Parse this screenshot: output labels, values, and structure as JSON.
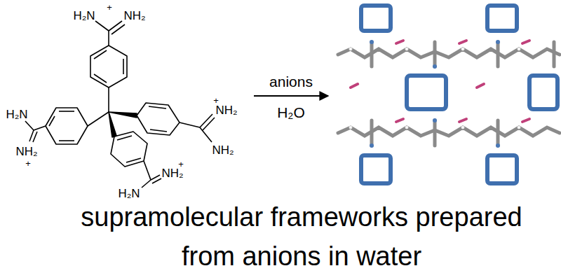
{
  "diagram": {
    "caption": "supramolecular frameworks prepared from anions in water",
    "labels": [
      "H₂N",
      "+",
      "NH₂",
      "H₂N",
      "NH₂",
      "+",
      "+",
      "NH₂",
      "NH₂",
      "+",
      "NH₂",
      "H₂N",
      "anions",
      "H₂O"
    ]
  }
}
